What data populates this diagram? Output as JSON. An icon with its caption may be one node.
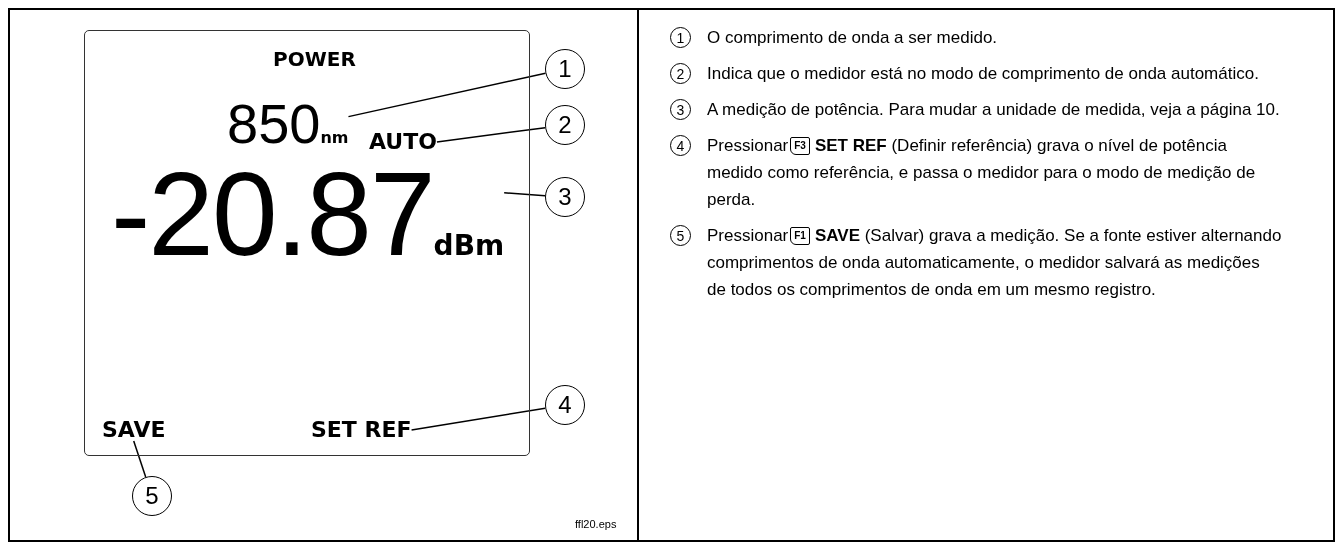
{
  "diagram": {
    "nodes": [
      {
        "text": [
          "POWER"
        ]
      },
      {
        "text": [
          "850",
          "nm"
        ],
        "in": 0
      },
      {
        "text": [
          "AUTO"
        ],
        "in": 0
      },
      {
        "text": [
          "-20.87",
          "dBm"
        ],
        "in": 0
      },
      {
        "text": [
          "SAVE"
        ],
        "in": 0
      },
      {
        "text": [
          "SET REF"
        ],
        "in": 0
      },
      {
        "text": [
          "1"
        ]
      },
      {
        "text": [
          "2"
        ]
      },
      {
        "text": [
          "3"
        ]
      },
      {
        "text": [
          "4"
        ]
      },
      {
        "text": [
          "5"
        ]
      }
    ],
    "edges": [
      {
        "from": 6,
        "to": 1,
        "arrow": "none"
      },
      {
        "from": 7,
        "to": 2,
        "arrow": "none"
      },
      {
        "from": 8,
        "to": 3,
        "arrow": "none"
      },
      {
        "from": 9,
        "to": 5,
        "arrow": "none"
      },
      {
        "from": 10,
        "to": 4,
        "arrow": "none"
      }
    ],
    "labels": [
      "1",
      "O comprimento de onda a ser medido.",
      "2",
      "Indica que o medidor está no modo de comprimento de onda automático.",
      "3",
      "A medição de potência. Para mudar a unidade de medida, veja a página 10.",
      "4",
      "Pressionar",
      "F3",
      "**SET REF** (Definir referência) grava o nível de potência medido como referência, e passa o medidor para o modo de medição de perda.",
      "5",
      "Pressionar",
      "F1",
      "**SAVE** (Salvar) grava a medição. Se a fonte estiver alternando comprimentos de onda automaticamente, o medidor salvará as medições de todos os comprimentos de onda em um mesmo registro.",
      "ffl20.eps"
    ]
  }
}
